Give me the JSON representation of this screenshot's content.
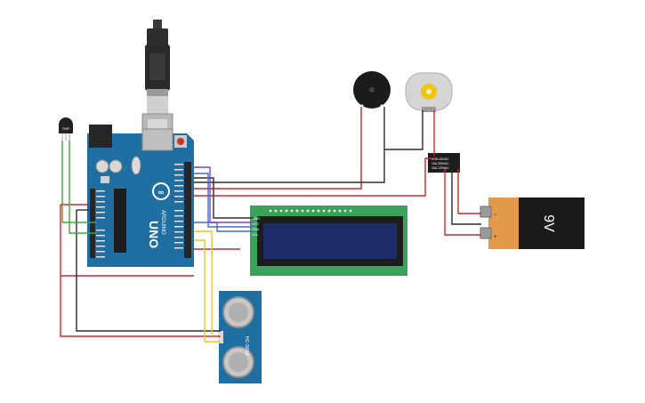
{
  "components": {
    "arduino": {
      "logo": "UNO",
      "brand": "ARDUINO"
    },
    "lcd": {
      "pin_labels": [
        "GND",
        "VCC",
        "SDA",
        "SCL"
      ]
    },
    "sensor": {
      "model": "HC-SR04"
    },
    "temp_sensor": {
      "label": "TMP"
    },
    "relay": {
      "text_lines": [
        "SRD-05VDC",
        "10A 250VAC",
        "10A 125VAC"
      ]
    },
    "battery": {
      "label": "9V"
    }
  },
  "wire_colors": {
    "red": "#d4262b",
    "black": "#2b2b2b",
    "yellow": "#f2c811",
    "blue": "#3a6fd8",
    "purple": "#8c3fbf",
    "green": "#3cae3c"
  }
}
